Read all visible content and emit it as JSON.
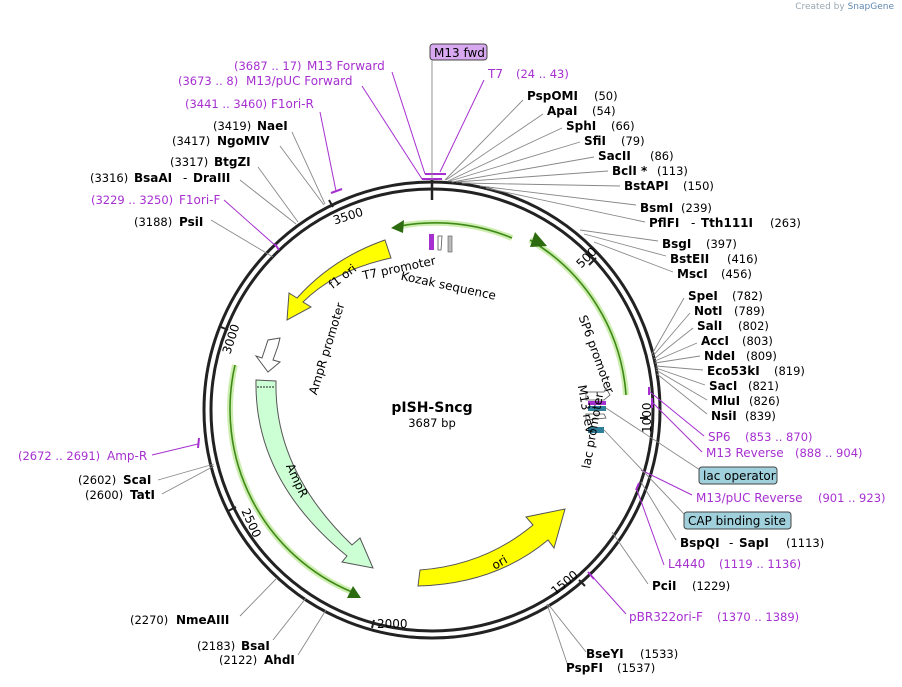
{
  "watermark": {
    "prefix": "Created by",
    "brand": "SnapGene"
  },
  "plasmid": {
    "name": "pISH-Sncg",
    "length": "3687 bp"
  },
  "ticks": [
    "500",
    "1000",
    "1500",
    "2000",
    "2500",
    "3000",
    "3500"
  ],
  "features": {
    "f1_ori": "f1 ori",
    "ampr_promoter": "AmpR promoter",
    "ampr": "AmpR",
    "ori": "ori",
    "t7_promoter": "T7 promoter",
    "kozak": "Kozak sequence",
    "sp6_promoter": "SP6 promoter",
    "m13_rev": "M13 rev",
    "lac_promoter": "lac promoter"
  },
  "boxes": {
    "m13_fwd": "M13 fwd",
    "lac_operator": "lac operator",
    "cap_site": "CAP binding site"
  },
  "primers_right": {
    "t7": {
      "name": "T7",
      "range": "(24 .. 43)"
    },
    "sp6": {
      "name": "SP6",
      "range": "(853 .. 870)"
    },
    "m13_reverse": {
      "name": "M13 Reverse",
      "range": "(888 .. 904)"
    },
    "m13_puc_reverse": {
      "name": "M13/pUC Reverse",
      "range": "(901 .. 923)"
    },
    "l4440": {
      "name": "L4440",
      "range": "(1119 .. 1136)"
    },
    "pbr322": {
      "name": "pBR322ori-F",
      "range": "(1370 .. 1389)"
    }
  },
  "primers_left": {
    "m13_forward": {
      "range": "(3687 .. 17)",
      "name": "M13 Forward"
    },
    "m13_puc_forward": {
      "range": "(3673 .. 8)",
      "name": "M13/pUC Forward"
    },
    "f1ori_r": {
      "range": "(3441 .. 3460)",
      "name": "F1ori-R"
    },
    "f1ori_f": {
      "range": "(3229 .. 3250)",
      "name": "F1ori-F"
    },
    "amp_r": {
      "range": "(2672 .. 2691)",
      "name": "Amp-R"
    }
  },
  "sites_right": {
    "pspomi": {
      "name": "PspOMI",
      "pos": "(50)"
    },
    "apai": {
      "name": "ApaI",
      "pos": "(54)"
    },
    "sphi": {
      "name": "SphI",
      "pos": "(66)"
    },
    "sfii": {
      "name": "SfiI",
      "pos": "(79)"
    },
    "sacii": {
      "name": "SacII",
      "pos": "(86)"
    },
    "bcli": {
      "name": "BclI *",
      "pos": "(113)"
    },
    "bstapi": {
      "name": "BstAPI",
      "pos": "(150)"
    },
    "bsmi": {
      "name": "BsmI",
      "pos": "(239)"
    },
    "pflfi": {
      "name": "PflFI",
      "sep": "-",
      "name2": "Tth111I",
      "pos": "(263)"
    },
    "bsgi": {
      "name": "BsgI",
      "pos": "(397)"
    },
    "bsteii": {
      "name": "BstEII",
      "pos": "(416)"
    },
    "msci": {
      "name": "MscI",
      "pos": "(456)"
    },
    "spei": {
      "name": "SpeI",
      "pos": "(782)"
    },
    "noti": {
      "name": "NotI",
      "pos": "(789)"
    },
    "sali": {
      "name": "SalI",
      "pos": "(802)"
    },
    "acci": {
      "name": "AccI",
      "pos": "(803)"
    },
    "ndei": {
      "name": "NdeI",
      "pos": "(809)"
    },
    "eco53ki": {
      "name": "Eco53kI",
      "pos": "(819)"
    },
    "saci": {
      "name": "SacI",
      "pos": "(821)"
    },
    "mlui": {
      "name": "MluI",
      "pos": "(826)"
    },
    "nsii": {
      "name": "NsiI",
      "pos": "(839)"
    },
    "bspqi": {
      "name": "BspQI",
      "sep": "-",
      "name2": "SapI",
      "pos": "(1113)"
    },
    "pcii": {
      "name": "PciI",
      "pos": "(1229)"
    },
    "bseyi": {
      "name": "BseYI",
      "pos": "(1533)"
    },
    "pspfi": {
      "name": "PspFI",
      "pos": "(1537)"
    }
  },
  "sites_left": {
    "naei": {
      "pos": "(3419)",
      "name": "NaeI"
    },
    "ngomiv": {
      "pos": "(3417)",
      "name": "NgoMIV"
    },
    "btgzi": {
      "pos": "(3317)",
      "name": "BtgZI"
    },
    "bsaai": {
      "pos": "(3316)",
      "name": "BsaAI",
      "sep": "-",
      "name2": "DraIII"
    },
    "psii": {
      "pos": "(3188)",
      "name": "PsiI"
    },
    "scai": {
      "pos": "(2602)",
      "name": "ScaI"
    },
    "tati": {
      "pos": "(2600)",
      "name": "TatI"
    },
    "nmeaiii": {
      "pos": "(2270)",
      "name": "NmeAIII"
    },
    "bsai": {
      "pos": "(2183)",
      "name": "BsaI"
    },
    "ahdi": {
      "pos": "(2122)",
      "name": "AhdI"
    }
  },
  "colors": {
    "primer": "#a62fd0",
    "yellow_feature": "#ffff00",
    "ampr_fill": "#ccffd4",
    "green_arrow": "#5aa02c",
    "box_blue": "#9fd0dc",
    "box_purple": "#d8a8f0",
    "backbone": "#222222"
  }
}
